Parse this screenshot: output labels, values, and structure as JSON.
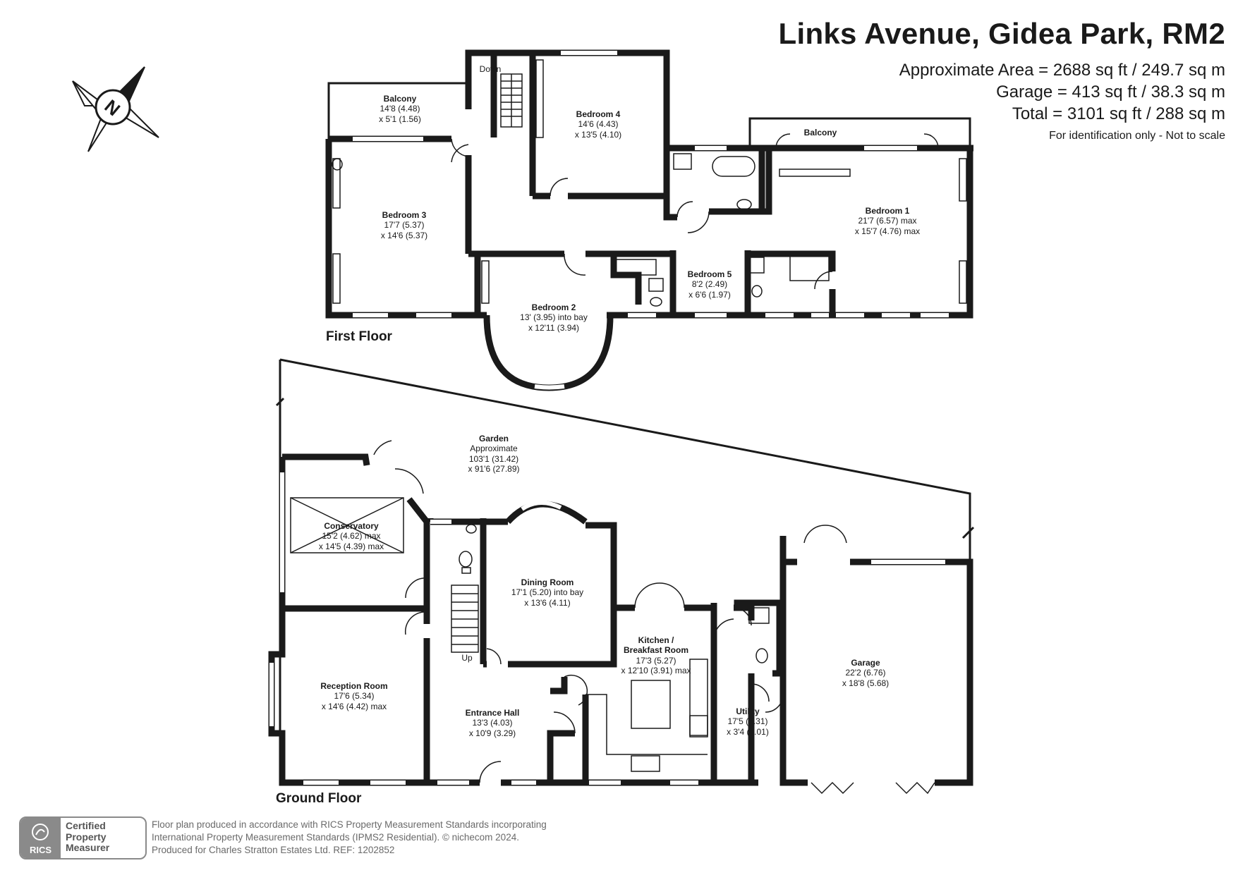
{
  "header": {
    "title": "Links Avenue, Gidea Park, RM2",
    "approx_area": "Approximate Area = 2688 sq ft / 249.7 sq m",
    "garage_area": "Garage = 413 sq ft / 38.3 sq m",
    "total_area": "Total = 3101 sq ft / 288 sq m",
    "note": "For identification only - Not to scale"
  },
  "compass": {
    "letter": "N"
  },
  "floors": {
    "first": "First Floor",
    "ground": "Ground Floor"
  },
  "rooms": {
    "balcony_small": {
      "name": "Balcony",
      "l1": "14'8 (4.48)",
      "l2": "x 5'1 (1.56)"
    },
    "bedroom4": {
      "name": "Bedroom 4",
      "l1": "14'6 (4.43)",
      "l2": "x 13'5 (4.10)"
    },
    "balcony_large": {
      "name": "Balcony"
    },
    "bedroom3": {
      "name": "Bedroom 3",
      "l1": "17'7 (5.37)",
      "l2": "x 14'6 (5.37)"
    },
    "bedroom1": {
      "name": "Bedroom 1",
      "l1": "21'7 (6.57) max",
      "l2": "x 15'7 (4.76) max"
    },
    "bedroom5": {
      "name": "Bedroom 5",
      "l1": "8'2 (2.49)",
      "l2": "x 6'6 (1.97)"
    },
    "bedroom2": {
      "name": "Bedroom 2",
      "l1": "13' (3.95) into bay",
      "l2": "x 12'11 (3.94)"
    },
    "garden": {
      "name": "Garden",
      "l0": "Approximate",
      "l1": "103'1 (31.42)",
      "l2": "x 91'6 (27.89)"
    },
    "conservatory": {
      "name": "Conservatory",
      "l1": "15'2 (4.62) max",
      "l2": "x 14'5 (4.39) max"
    },
    "dining": {
      "name": "Dining Room",
      "l1": "17'1 (5.20) into bay",
      "l2": "x 13'6 (4.11)"
    },
    "kitchen": {
      "name": "Kitchen /",
      "name2": "Breakfast Room",
      "l1": "17'3 (5.27)",
      "l2": "x 12'10 (3.91) max"
    },
    "garage": {
      "name": "Garage",
      "l1": "22'2 (6.76)",
      "l2": "x 18'8 (5.68)"
    },
    "reception": {
      "name": "Reception Room",
      "l1": "17'6 (5.34)",
      "l2": "x 14'6 (4.42) max"
    },
    "entrance": {
      "name": "Entrance Hall",
      "l1": "13'3 (4.03)",
      "l2": "x 10'9 (3.29)"
    },
    "utility": {
      "name": "Utility",
      "l1": "17'5 (5.31)",
      "l2": "x 3'4 (1.01)"
    }
  },
  "stairs": {
    "down": "Down",
    "up": "Up"
  },
  "footer": {
    "line1": "Floor plan produced in accordance with RICS Property Measurement Standards incorporating",
    "line2": "International Property Measurement Standards (IPMS2 Residential).   © nichecom 2024.",
    "line3": "Produced for Charles Stratton Estates Ltd.   REF: 1202852"
  },
  "badge": {
    "org": "RICS",
    "l1": "Certified",
    "l2": "Property",
    "l3": "Measurer"
  },
  "colors": {
    "wall": "#1a1a1a",
    "window": "#ffffff",
    "badge": "#8a8a8a"
  }
}
